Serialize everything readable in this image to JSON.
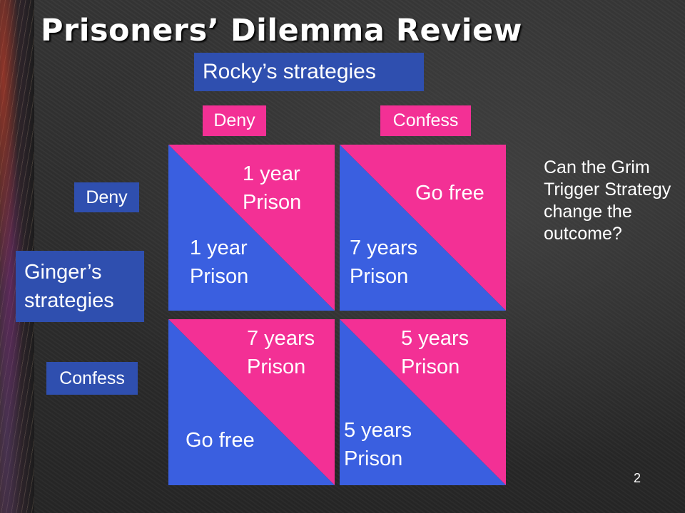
{
  "slide": {
    "title": "Prisoners’ Dilemma Review",
    "page_number": "2"
  },
  "colors": {
    "blue": "#3a5fe0",
    "pink": "#f33095",
    "label_blue": "#2f4faf"
  },
  "rocky": {
    "label": "Rocky’s strategies",
    "strategies": [
      "Deny",
      "Confess"
    ]
  },
  "ginger": {
    "label_line1": "Ginger’s",
    "label_line2": "strategies",
    "strategies": [
      "Deny",
      "Confess"
    ]
  },
  "matrix": [
    [
      {
        "rocky_line1": "1 year",
        "rocky_line2": "Prison",
        "ginger_line1": "1 year",
        "ginger_line2": "Prison"
      },
      {
        "rocky_line1": "Go free",
        "rocky_line2": "",
        "ginger_line1": "7 years",
        "ginger_line2": "Prison"
      }
    ],
    [
      {
        "rocky_line1": "7 years",
        "rocky_line2": "Prison",
        "ginger_line1": "Go free",
        "ginger_line2": ""
      },
      {
        "rocky_line1": "5 years",
        "rocky_line2": "Prison",
        "ginger_line1": "5 years",
        "ginger_line2": "Prison"
      }
    ]
  ],
  "question": "Can the Grim Trigger Strategy change the outcome?"
}
